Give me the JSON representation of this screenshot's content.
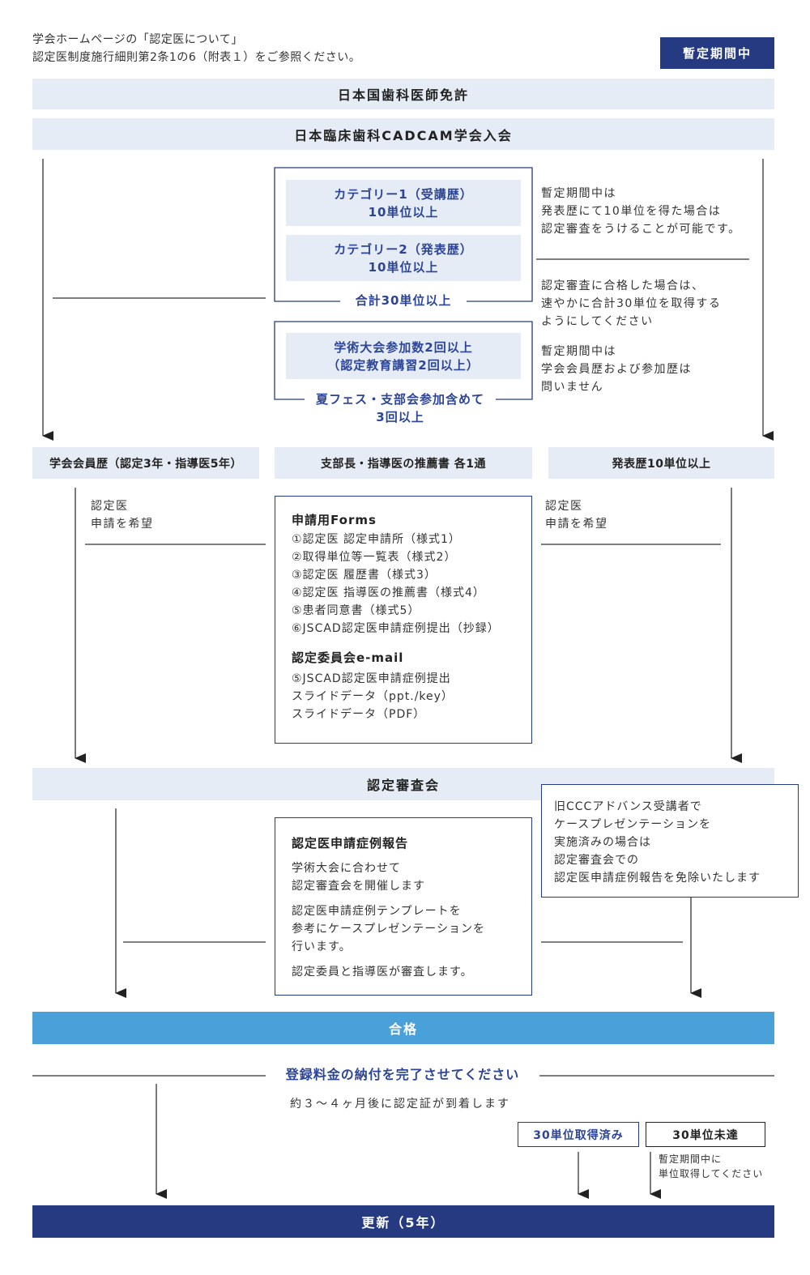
{
  "header": {
    "note_line1": "学会ホームページの「認定医について」",
    "note_line2": "認定医制度施行細則第2条1の6（附表１）をご参照ください。",
    "badge": "暫定期間中"
  },
  "bands": {
    "license": "日本国歯科医師免許",
    "membership": "日本臨床歯科CADCAM学会入会",
    "review": "認定審査会",
    "pass": "合格",
    "renewal": "更新（5年）"
  },
  "credits": {
    "cat1_line1": "カテゴリー1（受講歴）",
    "cat1_line2": "10単位以上",
    "cat2_line1": "カテゴリー2（発表歴）",
    "cat2_line2": "10単位以上",
    "total": "合計30単位以上",
    "conf_line1": "学術大会参加数2回以上",
    "conf_line2": "（認定教育講習2回以上）",
    "summer_line1": "夏フェス・支部会参加含めて",
    "summer_line2": "3回以上"
  },
  "provisional_notes": {
    "note1_line1": "暫定期間中は",
    "note1_line2": "発表歴にて10単位を得た場合は",
    "note1_line3": "認定審査をうけることが可能です。",
    "note2_line1": "認定審査に合格した場合は、",
    "note2_line2": "速やかに合計30単位を取得する",
    "note2_line3": "ようにしてください",
    "note3_line1": "暫定期間中は",
    "note3_line2": "学会会員歴および参加歴は",
    "note3_line3": "問いません"
  },
  "requirements": {
    "membership_years": "学会会員歴（認定3年・指導医5年）",
    "recommendation": "支部長・指導医の推薦書 各1通",
    "presentation": "発表歴10単位以上"
  },
  "apply_left": {
    "line1": "認定医",
    "line2": "申請を希望"
  },
  "apply_right": {
    "line1": "認定医",
    "line2": "申請を希望"
  },
  "forms": {
    "heading": "申請用Forms",
    "items": [
      "①認定医 認定申請所（様式1）",
      "②取得単位等一覧表（様式2）",
      "③認定医 履歴書（様式3）",
      "④認定医 指導医の推薦書（様式4）",
      "⑤患者同意書（様式5）",
      "⑥JSCAD認定医申請症例提出（抄録）"
    ],
    "email_heading": "認定委員会e-mail",
    "email_items": [
      "⑤JSCAD認定医申請症例提出",
      "スライドデータ（ppt./key）",
      "スライドデータ（PDF）"
    ]
  },
  "ccc_note": {
    "line1": "旧CCCアドバンス受講者で",
    "line2": "ケースプレゼンテーションを",
    "line3": "実施済みの場合は",
    "line4": "認定審査会での",
    "line5": "認定医申請症例報告を免除いたします"
  },
  "case_report": {
    "heading": "認定医申請症例報告",
    "p1_line1": "学術大会に合わせて",
    "p1_line2": "認定審査会を開催します",
    "p2_line1": "認定医申請症例テンプレートを",
    "p2_line2": "参考にケースプレゼンテーションを",
    "p2_line3": "行います。",
    "p3": "認定委員と指導医が審査します。"
  },
  "fee": {
    "title": "登録料金の納付を完了させてください",
    "certificate": "約３～４ヶ月後に認定証が到着します"
  },
  "units": {
    "acquired": "30単位取得済み",
    "not_reached": "30単位未達",
    "note_line1": "暫定期間中に",
    "note_line2": "単位取得してください"
  },
  "colors": {
    "navy": "#253a80",
    "accent_blue": "#2c4596",
    "light_band": "#e6ecf5",
    "pass_blue": "#4aa0d8"
  }
}
